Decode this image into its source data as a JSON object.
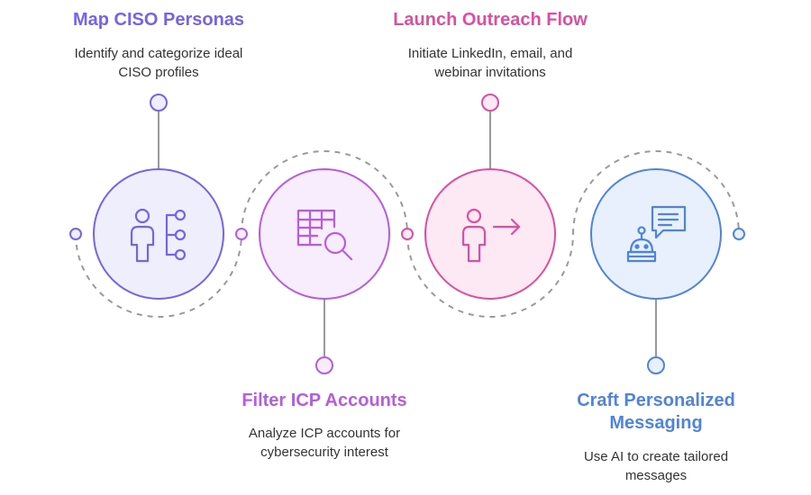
{
  "colors": {
    "purple": "#7763e6",
    "violet": "#b75ce0",
    "pink": "#db4fa3",
    "blue": "#4e84dc",
    "purple_fill": "#efeefd",
    "violet_fill": "#f8edfc",
    "pink_fill": "#fde9f4",
    "blue_fill": "#e9f0fd",
    "connector": "#9a9a9a",
    "text": "#333333"
  },
  "steps": [
    {
      "id": "map-ciso-personas",
      "title": "Map CISO Personas",
      "description_lines": [
        "Identify and categorize ideal",
        "CISO profiles"
      ],
      "icon": "persona-hierarchy-icon",
      "color": "purple",
      "label_position": "top"
    },
    {
      "id": "filter-icp-accounts",
      "title": "Filter ICP Accounts",
      "description_lines": [
        "Analyze ICP accounts for",
        "cybersecurity interest"
      ],
      "icon": "table-search-icon",
      "color": "violet",
      "label_position": "bottom"
    },
    {
      "id": "launch-outreach-flow",
      "title": "Launch Outreach Flow",
      "description_lines": [
        "Initiate LinkedIn, email, and",
        "webinar invitations"
      ],
      "icon": "person-arrow-icon",
      "color": "pink",
      "label_position": "top"
    },
    {
      "id": "craft-personalized-messaging",
      "title_lines": [
        "Craft Personalized",
        "Messaging"
      ],
      "description_lines": [
        "Use AI to create tailored",
        "messages"
      ],
      "icon": "robot-chat-icon",
      "color": "blue",
      "label_position": "bottom"
    }
  ]
}
